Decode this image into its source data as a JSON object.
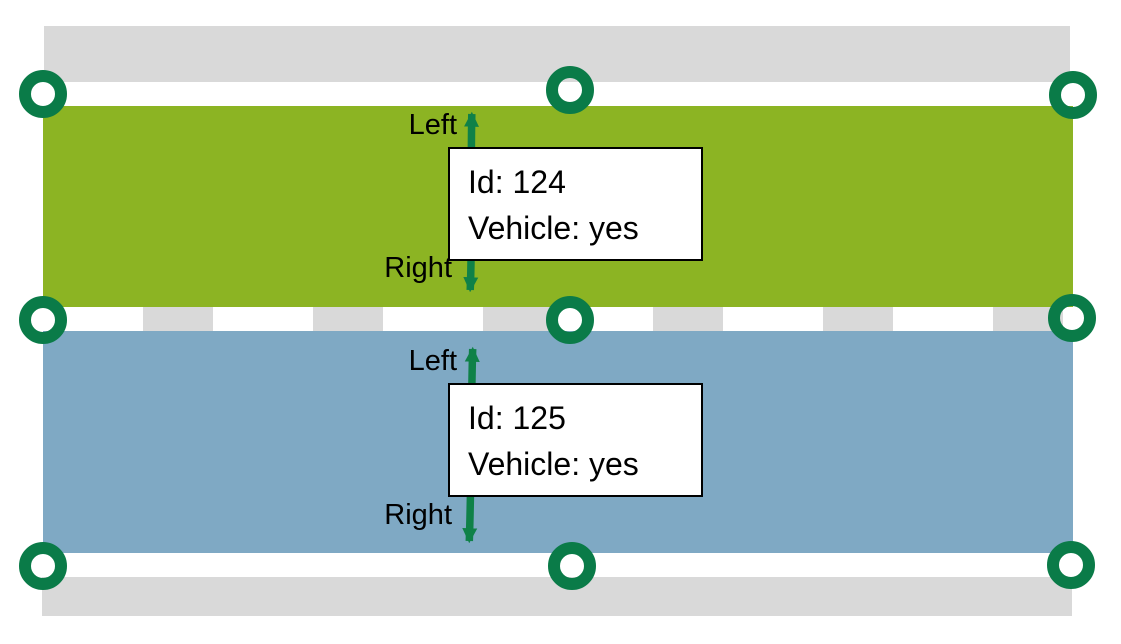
{
  "diagram_title": "lane-model-diagram",
  "colors": {
    "lane1": "#8cb423",
    "lane2": "#7fa9c4",
    "edge": "#d9d9d9",
    "marking": "#ffffff",
    "ring": "#0a7b48",
    "arrow": "#0f8148"
  },
  "lanes": [
    {
      "id_text": "Id: 124",
      "vehicle_text": "Vehicle: yes",
      "left_label": "Left",
      "right_label": "Right"
    },
    {
      "id_text": "Id: 125",
      "vehicle_text": "Vehicle: yes",
      "left_label": "Left",
      "right_label": "Right"
    }
  ]
}
